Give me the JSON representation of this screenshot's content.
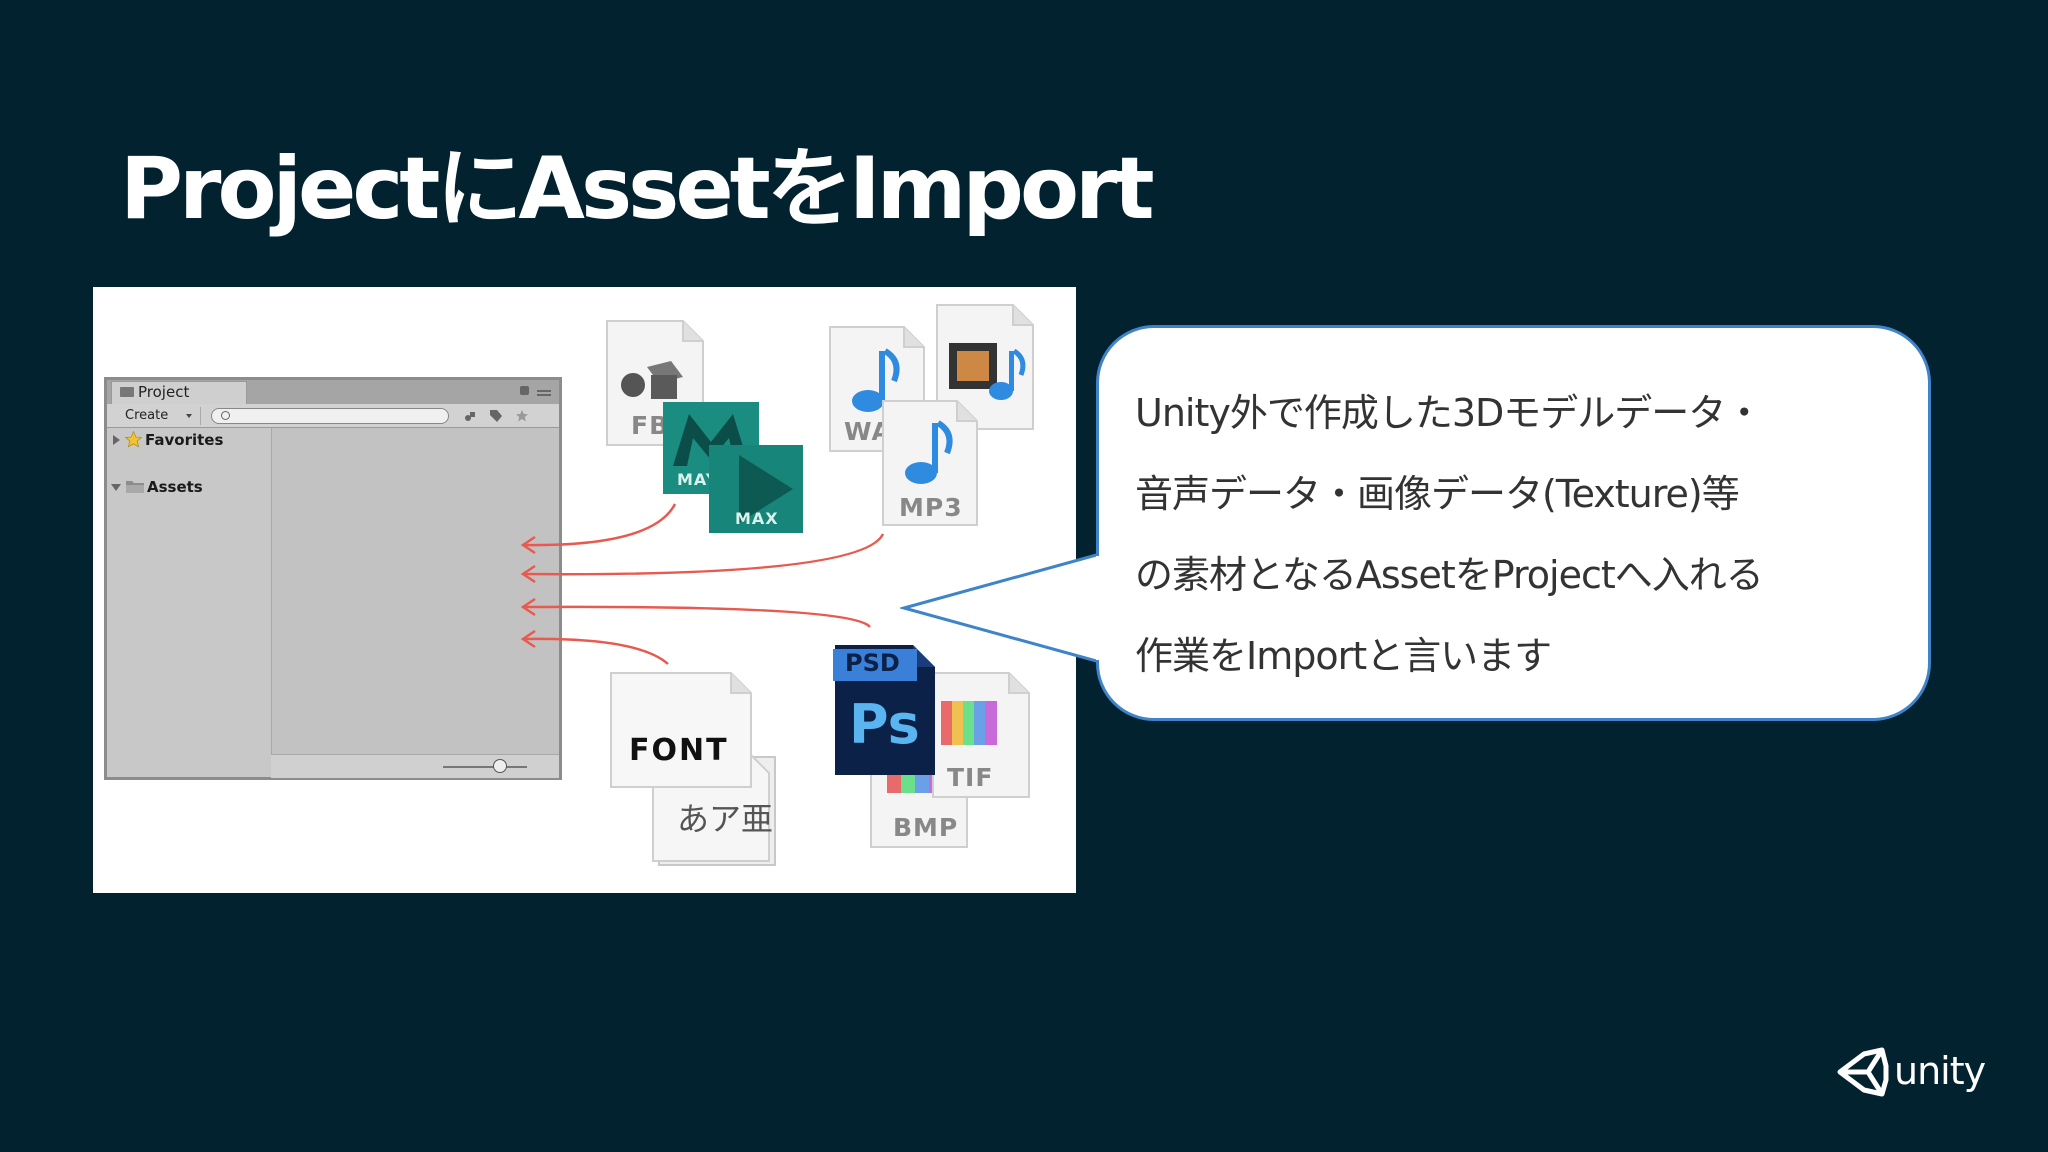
{
  "slide": {
    "title": "ProjectにAssetをImport"
  },
  "panel": {
    "tab_label": "Project",
    "create_label": "Create",
    "favorites_label": "Favorites",
    "assets_label": "Assets"
  },
  "files": {
    "fbx": "FBX",
    "maya": "MAYA",
    "max": "MAX",
    "wav": "WAV",
    "mp3": "MP3",
    "psd": "PSD",
    "ps": "Ps",
    "tif": "TIF",
    "bmp": "BMP",
    "font": "FONT",
    "font_sample": "あア亜"
  },
  "callout": {
    "lines": [
      "Unity外で作成した3Dモデルデータ・",
      "音声データ・画像データ(Texture)等",
      "の素材となるAssetをProjectへ入れる",
      "作業をImportと言います"
    ]
  },
  "brand": {
    "logo_text": "unity"
  },
  "colors": {
    "background": "#02222f",
    "bubble_border": "#3f84c8",
    "arrow": "#e85a4f"
  }
}
